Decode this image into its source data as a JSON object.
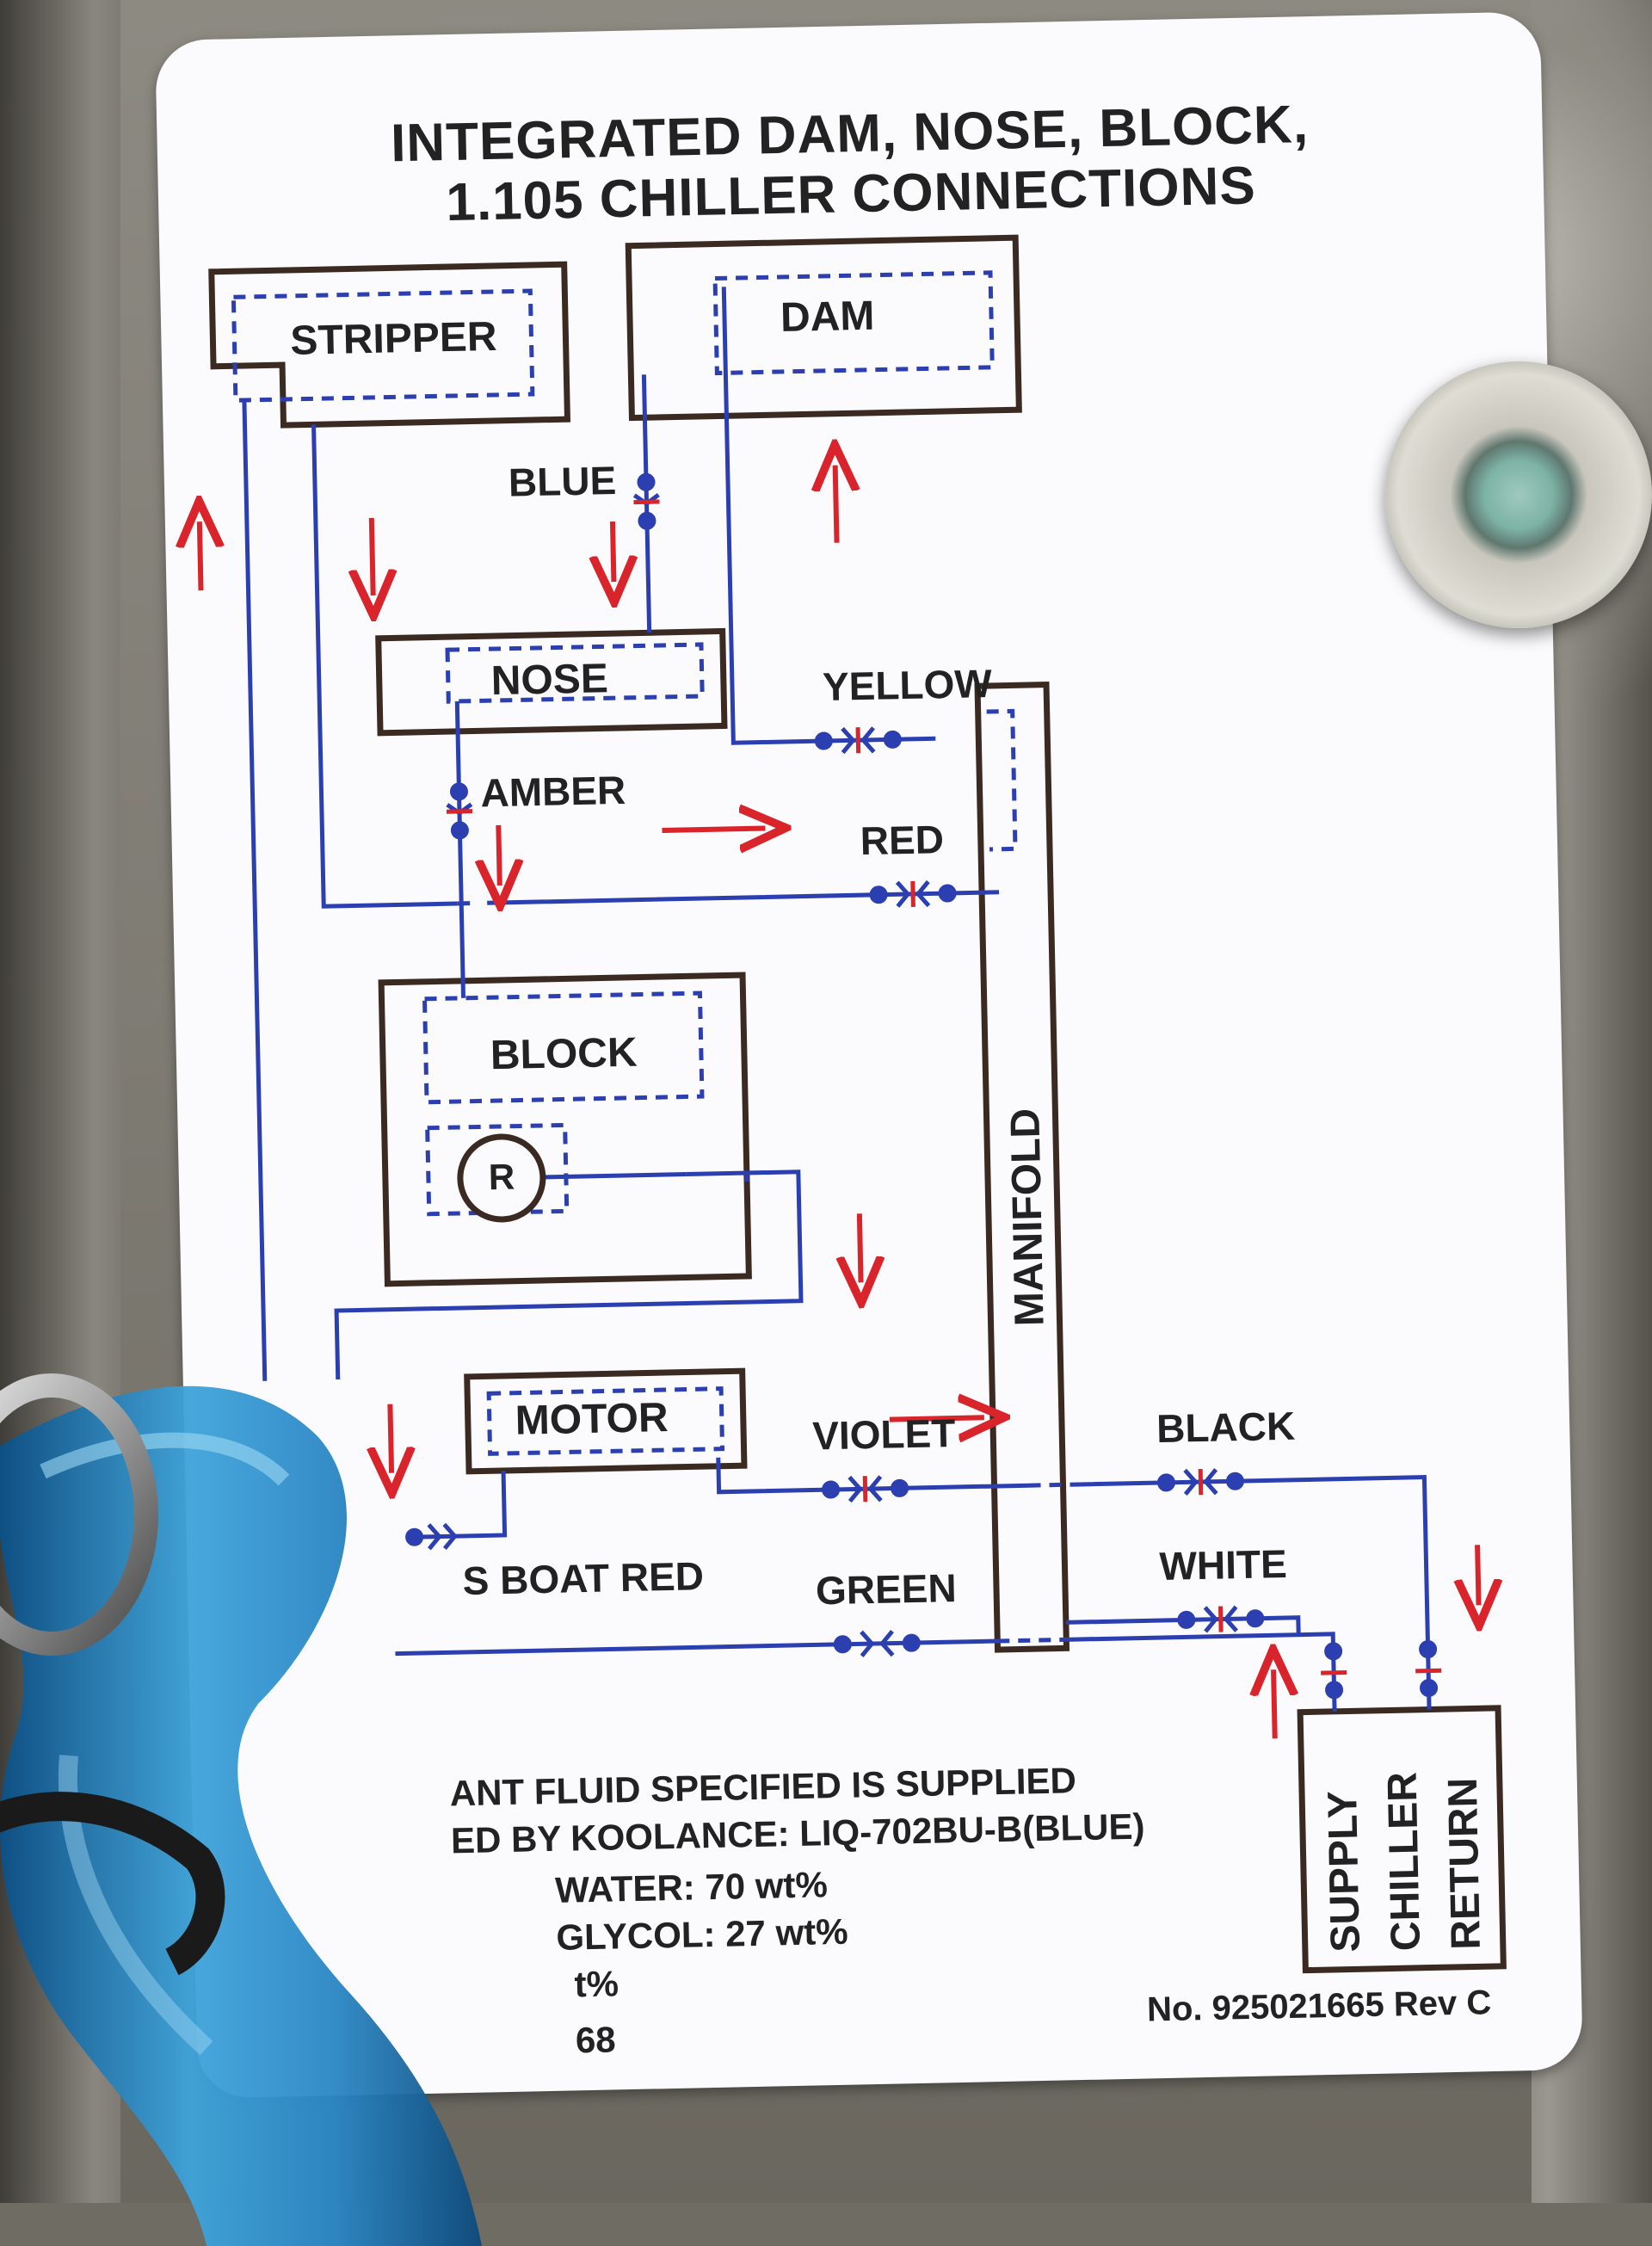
{
  "title": {
    "line1": "INTEGRATED DAM, NOSE, BLOCK,",
    "line2": "1.105 CHILLER CONNECTIONS"
  },
  "components": {
    "stripper": "STRIPPER",
    "dam": "DAM",
    "nose": "NOSE",
    "block": "BLOCK",
    "r_symbol": "R",
    "motor": "MOTOR",
    "manifold": "MANIFOLD",
    "chiller_supply": "SUPPLY",
    "chiller": "CHILLER",
    "chiller_return": "RETURN"
  },
  "connections": {
    "blue": "BLUE",
    "amber": "AMBER",
    "yellow": "YELLOW",
    "red": "RED",
    "violet": "VIOLET",
    "black": "BLACK",
    "boat_red": "S BOAT RED",
    "green": "GREEN",
    "white": "WHITE"
  },
  "notes": {
    "line1": "ANT FLUID SPECIFIED IS SUPPLIED",
    "line2": "ED BY KOOLANCE: LIQ-702BU-B(BLUE)",
    "line3": "WATER:  70 wt%",
    "line4": "GLYCOL:  27 wt%",
    "line5": "t%",
    "line6": "68"
  },
  "part_number": "No. 925021665 Rev C",
  "colors": {
    "flow_line": "#2c3fb0",
    "arrow": "#d8242a",
    "outline": "#3a2a22",
    "label_bg": "#fbfbfd"
  }
}
